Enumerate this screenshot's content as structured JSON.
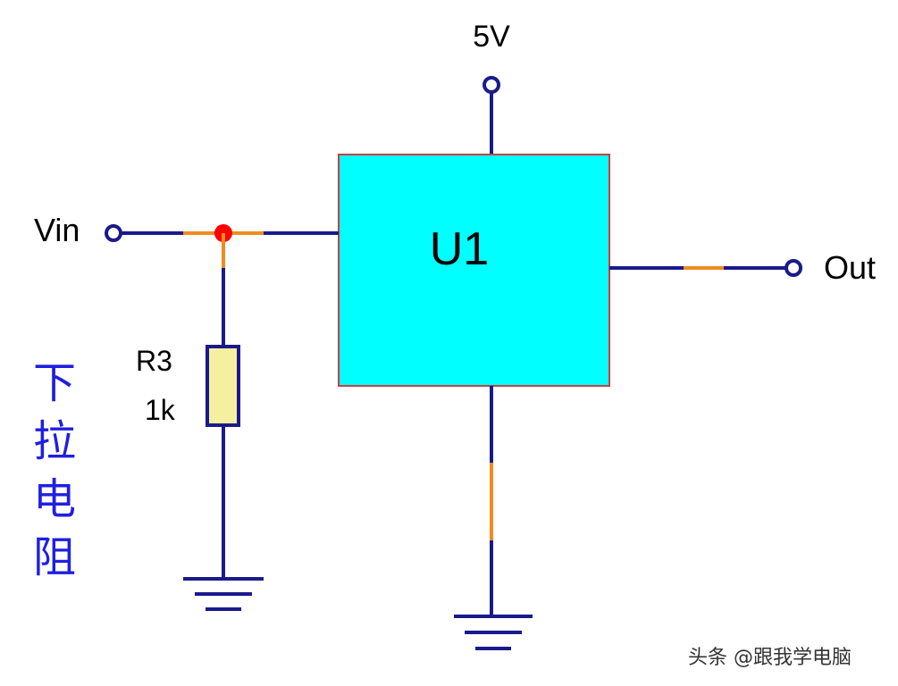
{
  "labels": {
    "supply": "5V",
    "input": "Vin",
    "output": "Out",
    "chip": "U1",
    "resistor_ref": "R3",
    "resistor_value": "1k",
    "vertical_caption": [
      "下",
      "拉",
      "电",
      "阻"
    ]
  },
  "watermark": "头条 @跟我学电脑",
  "colors": {
    "wire": "#1a1a8c",
    "wire_highlight": "#f08c1e",
    "chip_fill": "#00ffff",
    "chip_border": "#c84040",
    "resistor_fill": "#f5f0a0",
    "junction": "#ff0000",
    "caption": "#1f1fe0"
  }
}
